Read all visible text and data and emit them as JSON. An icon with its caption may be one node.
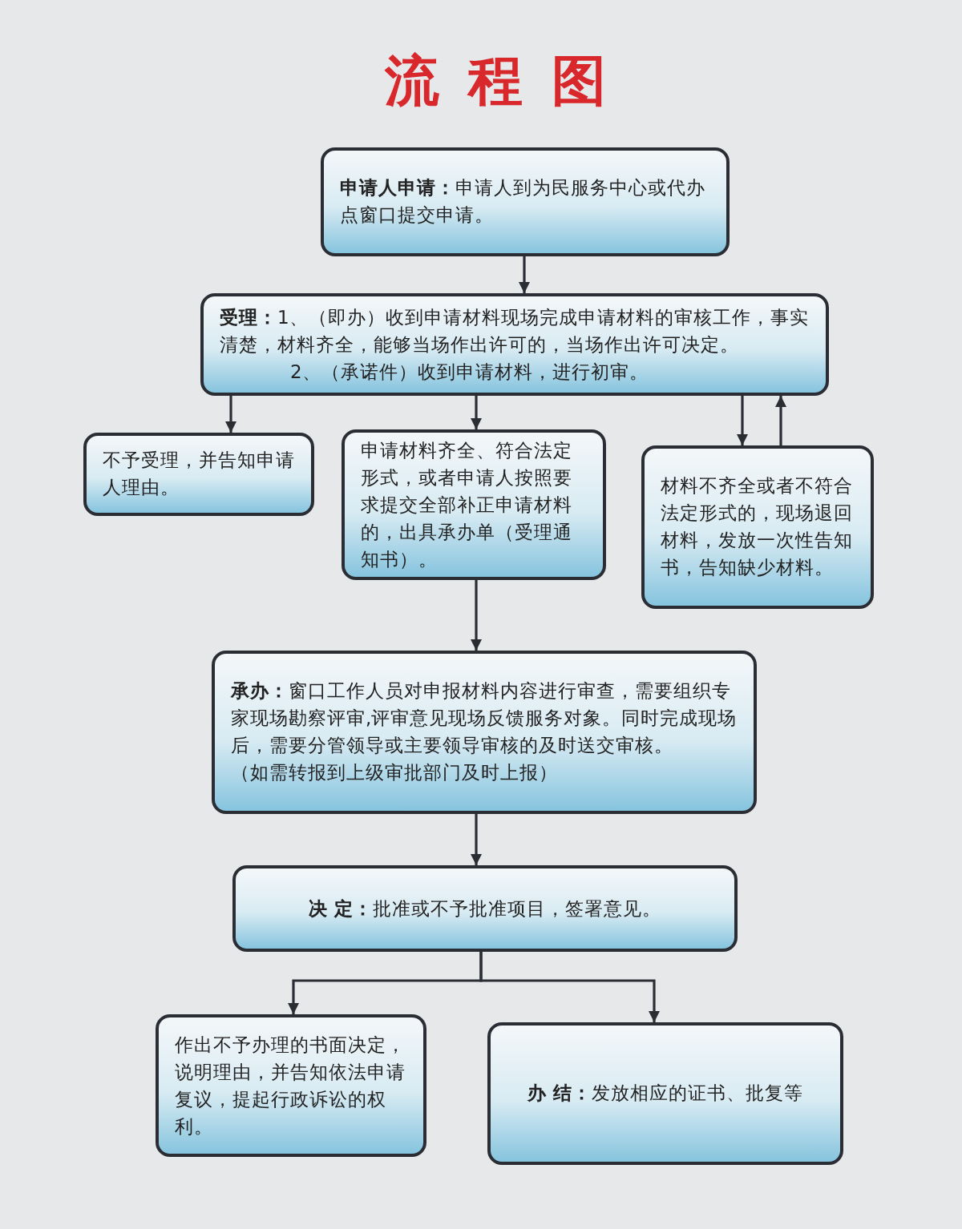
{
  "diagram": {
    "title": "流程图",
    "nodes": [
      {
        "text": [
          "**申请人申请：**申请人到为民服务中心或代办点窗口提交申请。"
        ]
      },
      {
        "text": [
          "**受理：**1、（即办）收到申请材料现场完成申请材料的审核工作，事实清楚，材料齐全，能够当场作出许可的，当场作出许可决定。",
          "2、（承诺件）收到申请材料，进行初审。"
        ]
      },
      {
        "text": [
          "不予受理，并告知申请人理由。"
        ]
      },
      {
        "text": [
          "申请材料齐全、符合法定形式，或者申请人按照要求提交全部补正申请材料的，出具承办单（受理通知书）。"
        ]
      },
      {
        "text": [
          "材料不齐全或者不符合法定形式的，现场退回材料，发放一次性告知书，告知缺少材料。"
        ]
      },
      {
        "text": [
          "**承办：**窗口工作人员对申报材料内容进行审查，需要组织专家现场勘察评审,评审意见现场反馈服务对象。同时完成现场后，需要分管领导或主要领导审核的及时送交审核。",
          "（如需转报到上级审批部门及时上报）"
        ]
      },
      {
        "text": [
          "**决 定：**批准或不予批准项目，签署意见。"
        ]
      },
      {
        "text": [
          "作出不予办理的书面决定，说明理由，并告知依法申请复议，提起行政诉讼的权利。"
        ]
      },
      {
        "text": [
          "**办 结：**发放相应的证书、批复等"
        ]
      }
    ],
    "edges": [
      {
        "from": 0,
        "to": 1,
        "arrow": "to"
      },
      {
        "from": 1,
        "to": 2,
        "arrow": "to"
      },
      {
        "from": 1,
        "to": 3,
        "arrow": "to"
      },
      {
        "from": 1,
        "to": 4,
        "arrow": "to"
      },
      {
        "from": 4,
        "to": 1,
        "arrow": "to"
      },
      {
        "from": 3,
        "to": 5,
        "arrow": "to"
      },
      {
        "from": 5,
        "to": 6,
        "arrow": "to"
      },
      {
        "from": 6,
        "to": 7,
        "arrow": "to"
      },
      {
        "from": 6,
        "to": 8,
        "arrow": "to"
      }
    ]
  }
}
